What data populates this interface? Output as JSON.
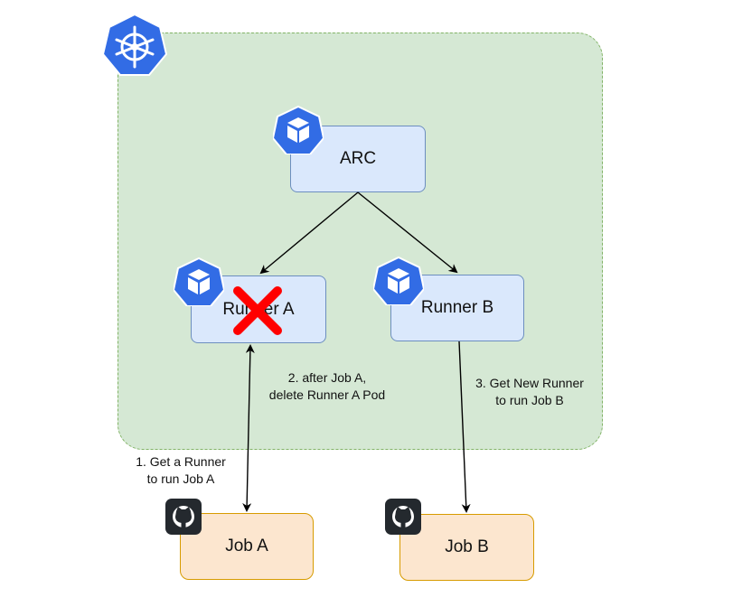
{
  "nodes": {
    "arc": "ARC",
    "runner_a": "Runner A",
    "runner_b": "Runner B",
    "job_a": "Job A",
    "job_b": "Job B"
  },
  "edge_labels": {
    "get_runner_job_a": [
      "1. Get a Runner",
      "to run Job A"
    ],
    "after_job_a_delete": [
      "2. after Job A,",
      "delete Runner A Pod"
    ],
    "get_new_runner_job_b": [
      "3. Get New Runner",
      "to run Job B"
    ]
  },
  "icons": {
    "cluster": "kubernetes-helm-icon",
    "pod": "kubernetes-pod-cube-icon",
    "job": "github-icon",
    "deleted": "red-x-icon"
  },
  "colors": {
    "cluster_fill": "#d5e8d4",
    "cluster_border": "#82b366",
    "pod_fill": "#dae8fc",
    "pod_border": "#6c8ebf",
    "job_fill": "#fce6cf",
    "job_border": "#d79b00",
    "kubernetes_blue": "#326ce5",
    "github_dark": "#24292e",
    "delete_red": "#ff0000"
  }
}
